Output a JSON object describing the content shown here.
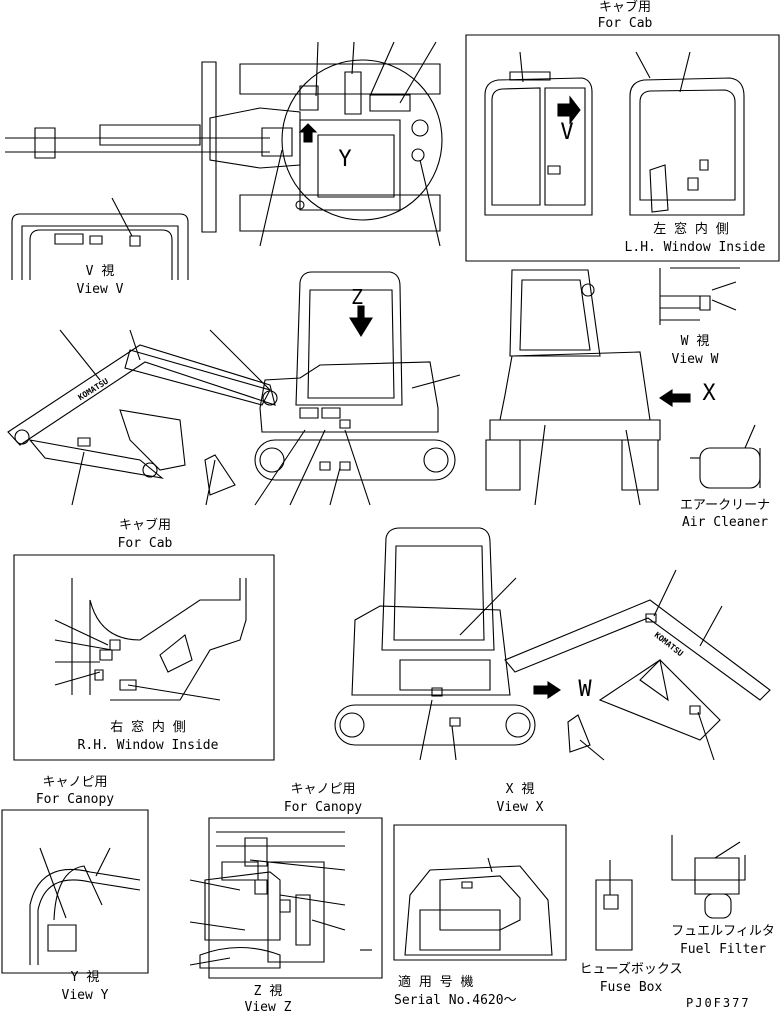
{
  "labels": {
    "cab_top_jp": "キャブ用",
    "cab_top_en": "For Cab",
    "lh_window_jp": "左 窓 内 側",
    "lh_window_en": "L.H. Window Inside",
    "view_v_jp": "V 視",
    "view_v_en": "View V",
    "view_w_jp": "W 視",
    "view_w_en": "View W",
    "air_cleaner_jp": "エアークリーナ",
    "air_cleaner_en": "Air Cleaner",
    "cab_mid_jp": "キャブ用",
    "cab_mid_en": "For Cab",
    "rh_window_jp": "右 窓 内 側",
    "rh_window_en": "R.H. Window Inside",
    "canopy_left_jp": "キャノピ用",
    "canopy_left_en": "For Canopy",
    "view_y_jp": "Y 視",
    "view_y_en": "View Y",
    "canopy_mid_jp": "キャノピ用",
    "canopy_mid_en": "For Canopy",
    "view_z_jp": "Z 視",
    "view_z_en": "View Z",
    "view_x_jp": "X 視",
    "view_x_en": "View X",
    "serial_jp": "適 用 号 機",
    "serial_en": "Serial No.4620～",
    "fuse_box_jp": "ヒューズボックス",
    "fuse_box_en": "Fuse Box",
    "fuel_filter_jp": "フュエルフィルタ",
    "fuel_filter_en": "Fuel Filter",
    "drawing_code": "PJ0F377"
  },
  "view_letters": {
    "v": "V",
    "y": "Y",
    "z": "Z",
    "x": "X",
    "w": "W"
  },
  "brand": "KOMATSU"
}
